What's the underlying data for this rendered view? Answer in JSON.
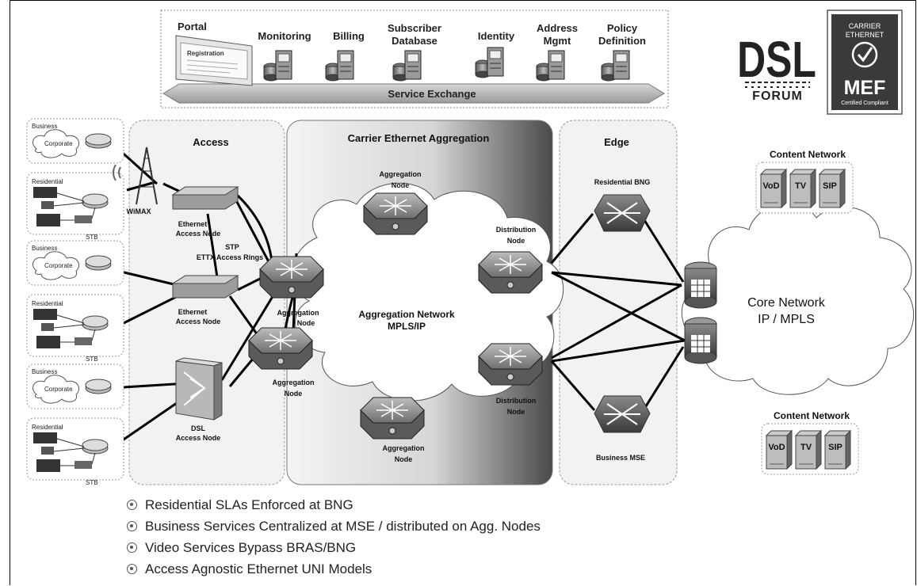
{
  "top_services": {
    "portal": "Portal",
    "registration": "Registration",
    "monitoring": "Monitoring",
    "billing": "Billing",
    "subscriber_db": [
      "Subscriber",
      "Database"
    ],
    "identity": "Identity",
    "address_mgmt": [
      "Address",
      "Mgmt"
    ],
    "policy_def": [
      "Policy",
      "Definition"
    ],
    "service_exchange": "Service Exchange"
  },
  "logos": {
    "dsl_big": "DSL",
    "dsl_forum": "FORUM",
    "carrier_ethernet": [
      "CARRIER",
      "ETHERNET"
    ],
    "mef": "MEF",
    "mef_certified": "Certified Compliant"
  },
  "zones": {
    "access": "Access",
    "aggregation": "Carrier Ethernet Aggregation",
    "edge": "Edge"
  },
  "customers": {
    "business": "Business",
    "corporate": "Corporate",
    "residential": "Residential",
    "stb": "STB",
    "wimax": "WiMAX"
  },
  "nodes": {
    "ethernet_access_node": [
      "Ethernet",
      "Access Node"
    ],
    "stp": "STP",
    "ettx": "ETTX Access Rings",
    "dsl_access_node": [
      "DSL",
      "Access Node"
    ],
    "aggregation_node": [
      "Aggregation",
      "Node"
    ],
    "aggregation_network": [
      "Aggregation Network",
      "MPLS/IP"
    ],
    "distribution_node": [
      "Distribution",
      "Node"
    ],
    "residential_bng": "Residential BNG",
    "business_mse": "Business MSE",
    "core_network": [
      "Core Network",
      "IP / MPLS"
    ],
    "content_network": "Content Network",
    "vod": "VoD",
    "tv": "TV",
    "sip": "SIP"
  },
  "bullets": [
    "Residential SLAs Enforced at BNG",
    "Business Services Centralized at MSE / distributed on Agg. Nodes",
    "Video Services Bypass BRAS/BNG",
    "Access Agnostic Ethernet UNI Models"
  ]
}
